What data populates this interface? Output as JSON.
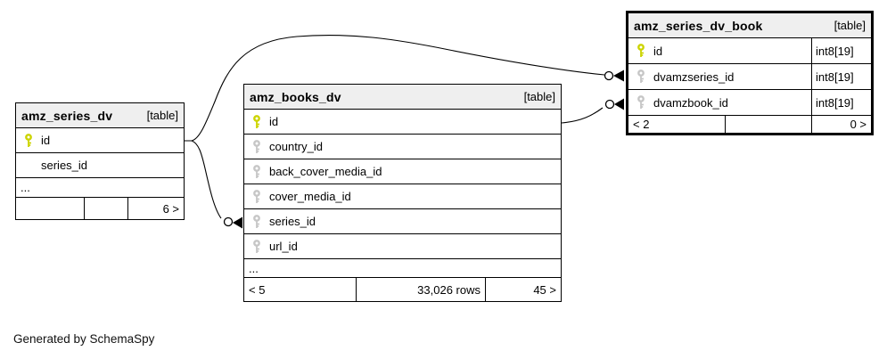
{
  "diagram": {
    "caption": "Generated by SchemaSpy",
    "colors": {
      "header_bg": "#efefef",
      "border": "#000000",
      "primary_key": "#ccd400",
      "foreign_key": "#c6c6c6",
      "background": "#ffffff"
    }
  },
  "tables": [
    {
      "name": "amz_series_dv",
      "badge": "[table]",
      "columns": [
        {
          "name": "id",
          "key": "pk"
        },
        {
          "name": "series_id",
          "key": "none"
        }
      ],
      "truncated": "...",
      "footer": {
        "left": "",
        "middle": "",
        "right": "6 >"
      }
    },
    {
      "name": "amz_books_dv",
      "badge": "[table]",
      "columns": [
        {
          "name": "id",
          "key": "pk"
        },
        {
          "name": "country_id",
          "key": "fk"
        },
        {
          "name": "back_cover_media_id",
          "key": "fk"
        },
        {
          "name": "cover_media_id",
          "key": "fk"
        },
        {
          "name": "series_id",
          "key": "fk"
        },
        {
          "name": "url_id",
          "key": "fk"
        }
      ],
      "truncated": "...",
      "footer": {
        "left": "< 5",
        "middle": "33,026 rows",
        "right": "45 >"
      }
    },
    {
      "name": "amz_series_dv_book",
      "badge": "[table]",
      "columns": [
        {
          "name": "id",
          "key": "pk",
          "type": "int8[19]"
        },
        {
          "name": "dvamzseries_id",
          "key": "fk",
          "type": "int8[19]"
        },
        {
          "name": "dvamzbook_id",
          "key": "fk",
          "type": "int8[19]"
        }
      ],
      "footer": {
        "left": "< 2",
        "middle": "",
        "right": "0 >"
      }
    }
  ],
  "relationships": [
    {
      "one_end": "amz_series_dv.id",
      "many_end": "amz_books_dv.series_id"
    },
    {
      "one_end": "amz_series_dv.id",
      "many_end": "amz_series_dv_book.dvamzseries_id"
    },
    {
      "one_end": "amz_books_dv.id",
      "many_end": "amz_series_dv_book.dvamzbook_id"
    }
  ]
}
